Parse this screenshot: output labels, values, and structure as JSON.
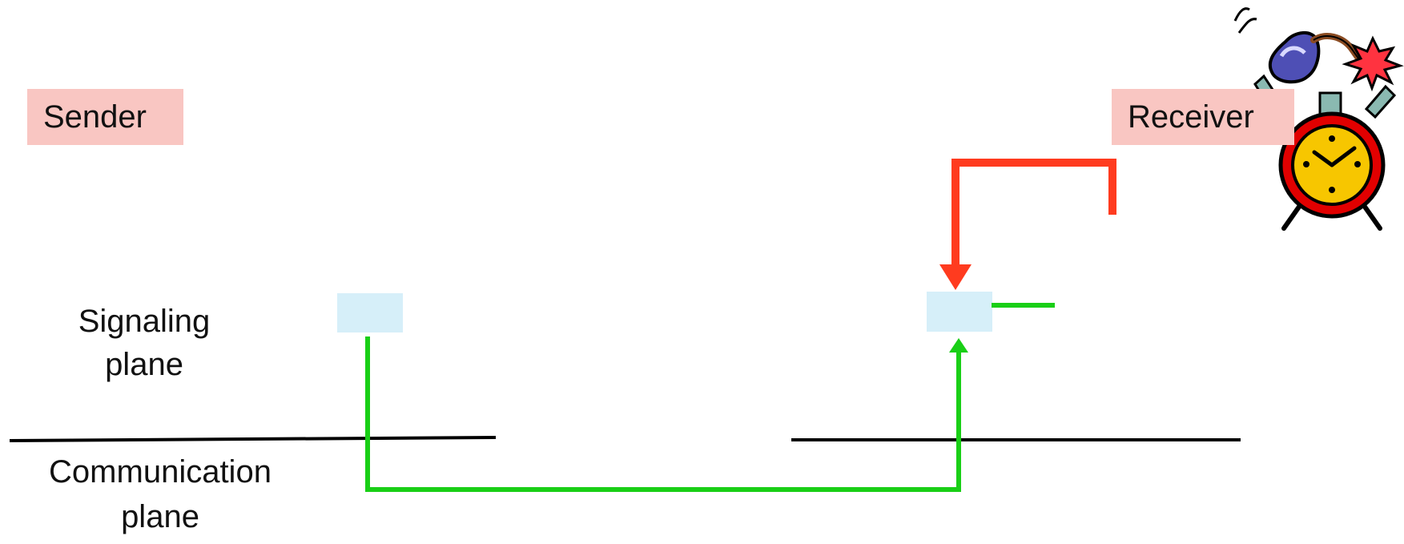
{
  "sender": {
    "label": "Sender"
  },
  "receiver": {
    "label": "Receiver"
  },
  "signaling_plane": {
    "line1": "Signaling",
    "line2": "plane"
  },
  "communication_plane": {
    "line1": "Communication",
    "line2": "plane"
  },
  "colors": {
    "label_background": "#f9c6c2",
    "signaling_box": "#d6eff9",
    "green_path": "#19cf16",
    "red_path": "#ff3b1f",
    "plane_divider": "#000000"
  },
  "decorations": {
    "receiver_clip_art": "alarm-clock-bomb-icon"
  }
}
